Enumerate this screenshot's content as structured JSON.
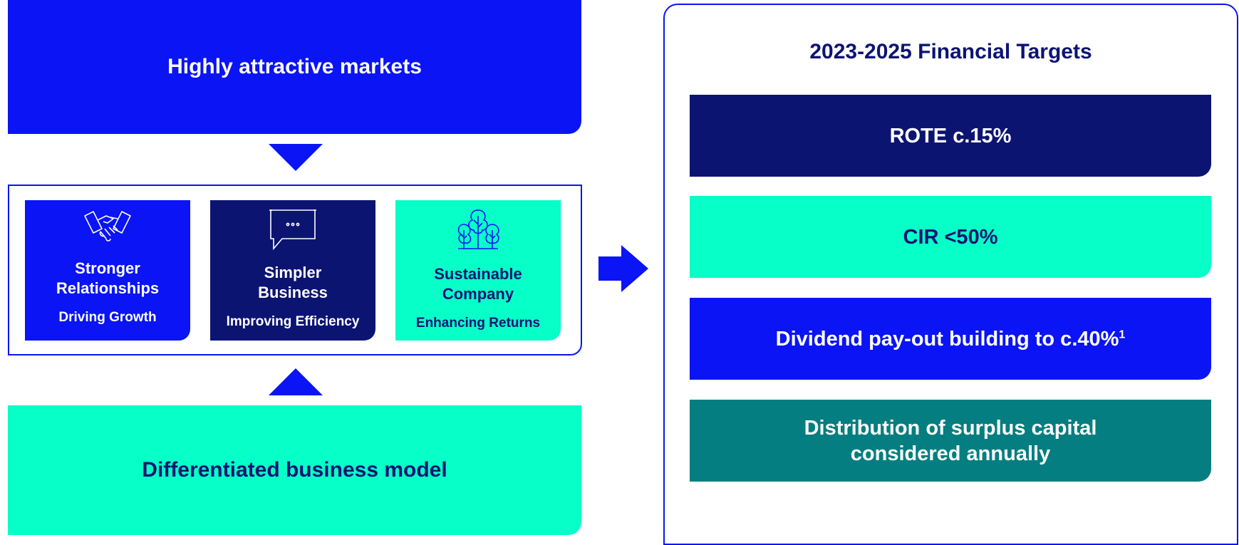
{
  "left": {
    "top_box": "Highly attractive markets",
    "bottom_box": "Differentiated business model",
    "pillars": [
      {
        "icon": "handshake-icon",
        "title_line1": "Stronger",
        "title_line2": "Relationships",
        "subtitle": "Driving Growth"
      },
      {
        "icon": "chat-bubble-icon",
        "title_line1": "Simpler",
        "title_line2": "Business",
        "subtitle": "Improving Efficiency"
      },
      {
        "icon": "trees-icon",
        "title_line1": "Sustainable",
        "title_line2": "Company",
        "subtitle": "Enhancing Returns"
      }
    ]
  },
  "right": {
    "title": "2023-2025 Financial Targets",
    "targets": [
      {
        "text": "ROTE c.15%"
      },
      {
        "text": "CIR <50%"
      },
      {
        "text": "Dividend pay-out building to c.40%",
        "footnote": "1"
      },
      {
        "line1": "Distribution of surplus capital",
        "line2": "considered annually"
      }
    ]
  },
  "colors": {
    "bright_blue": "#0a14f5",
    "navy": "#0c1472",
    "mint": "#07ffc8",
    "teal": "#047e80"
  }
}
